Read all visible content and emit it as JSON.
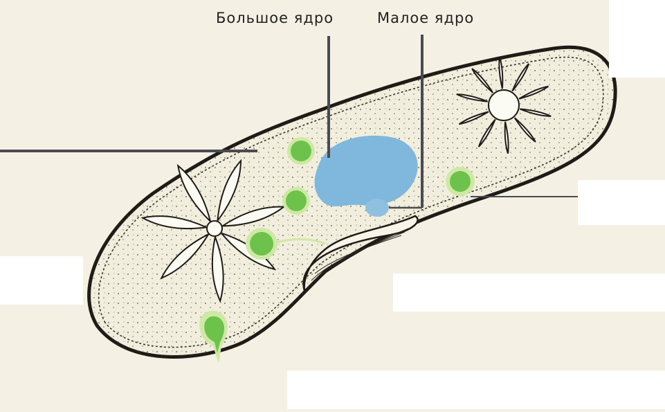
{
  "labels": {
    "macronucleus": "Большое ядро",
    "micronucleus": "Малое ядро"
  },
  "colors": {
    "background": "#f4f1e4",
    "cytoplasm": "#f1eedd",
    "outline": "#1f1b17",
    "macronucleus": "#7fb8dc",
    "micronucleus": "#8fc0e0",
    "food_vacuole": "#6cc24a",
    "food_vacuole_rim": "#cfe8a6",
    "pointer_line": "#4a4a52",
    "blank_label_box": "#ffffff"
  },
  "icons": {
    "cell": "paramecium-body",
    "contractile_vacuole": "star-vacuole-icon",
    "food_vacuole": "green-vacuole-icon",
    "oral_groove": "oral-groove-icon"
  }
}
